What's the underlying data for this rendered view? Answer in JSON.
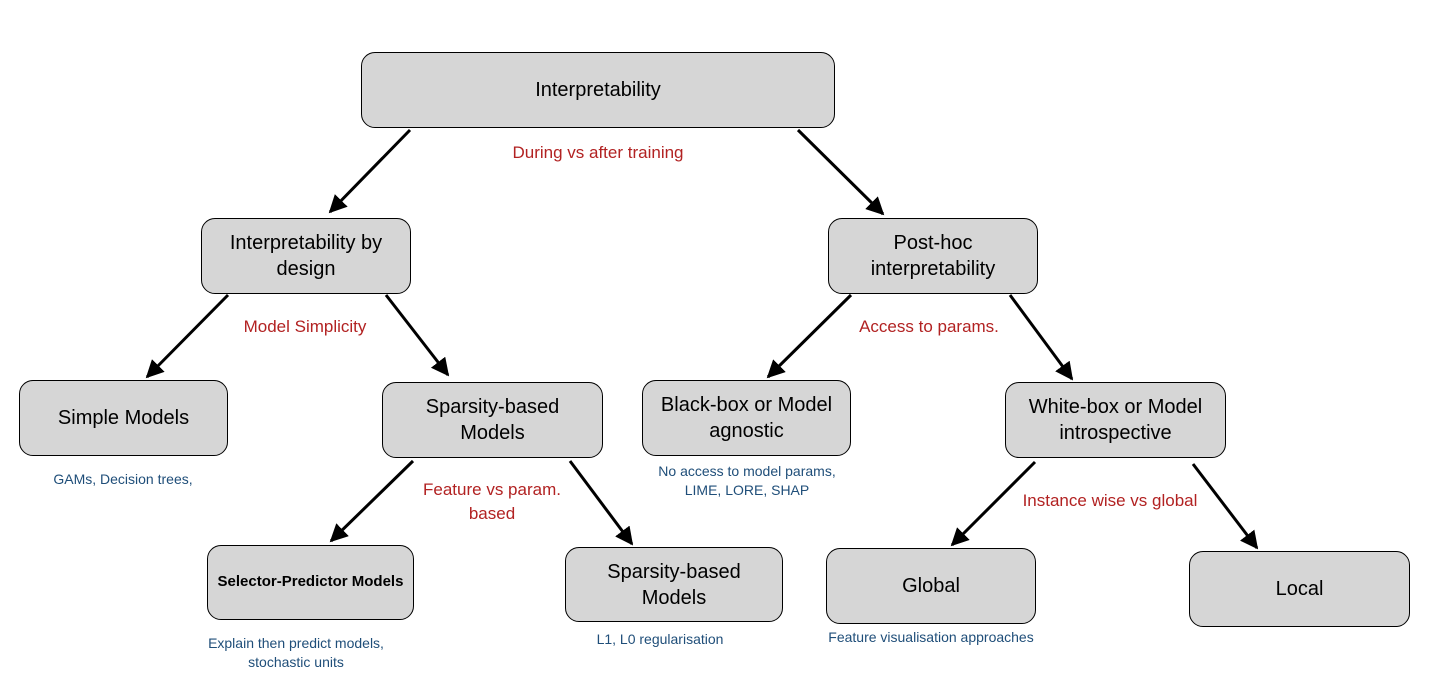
{
  "nodes": {
    "root": "Interpretability",
    "by_design": "Interpretability by design",
    "post_hoc": "Post-hoc interpretability",
    "simple_models": "Simple Models",
    "sparsity_models": "Sparsity-based Models",
    "black_box": "Black-box or Model agnostic",
    "white_box": "White-box or Model introspective",
    "selector_predictor": "Selector-Predictor Models",
    "sparsity_models_2": "Sparsity-based Models",
    "global": "Global",
    "local": "Local"
  },
  "edge_labels": {
    "training": "During vs after training",
    "simplicity": "Model Simplicity",
    "params_access": "Access to params.",
    "feature_vs_param_1": "Feature vs param.",
    "feature_vs_param_2": "based",
    "instance_vs_global": "Instance wise vs global"
  },
  "notes": {
    "simple_models": "GAMs, Decision trees,",
    "black_box_1": "No access to model params,",
    "black_box_2": "LIME, LORE, SHAP",
    "selector_1": "Explain then predict models,",
    "selector_2": "stochastic units",
    "sparsity": "L1, L0 regularisation",
    "global": "Feature visualisation approaches"
  },
  "colors": {
    "node_fill": "#d6d6d6",
    "edge_label": "#b22222",
    "note": "#1f4e79"
  }
}
